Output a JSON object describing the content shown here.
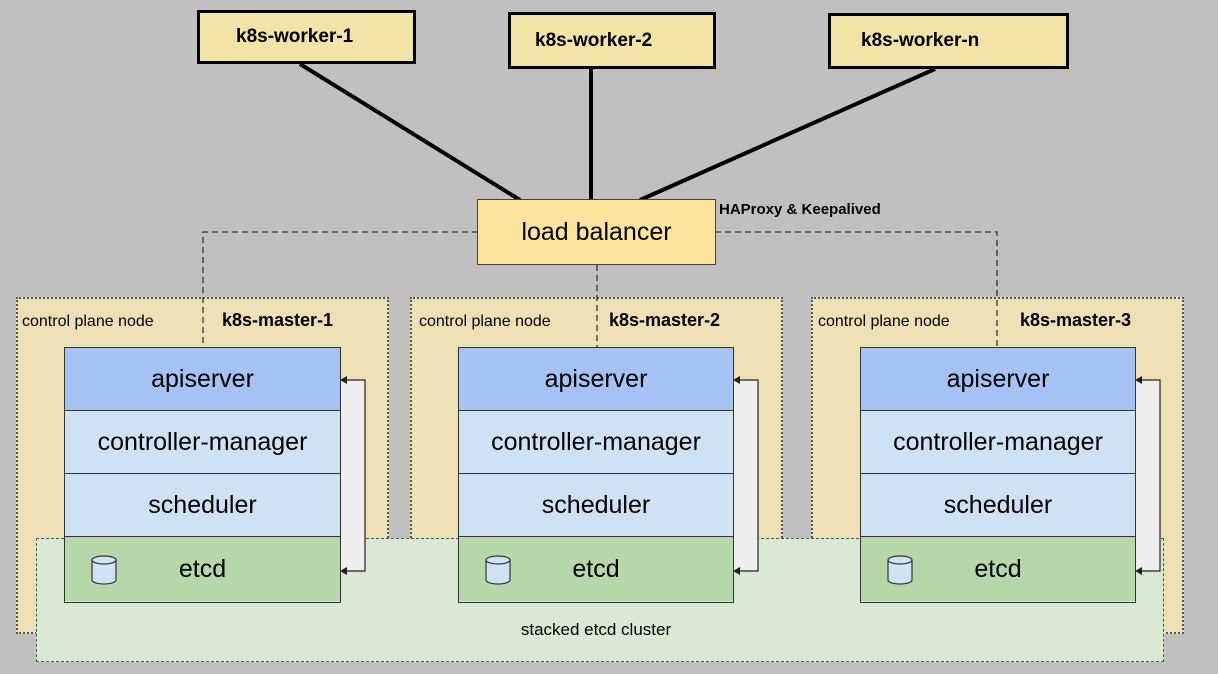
{
  "workers": [
    {
      "name": "k8s-worker-1"
    },
    {
      "name": "k8s-worker-2"
    },
    {
      "name": "k8s-worker-n"
    }
  ],
  "load_balancer": {
    "label": "load balancer",
    "note": "HAProxy & Keepalived"
  },
  "masters": [
    {
      "node_label": "control plane node",
      "name": "k8s-master-1",
      "layers": {
        "apiserver": "apiserver",
        "controller_manager": "controller-manager",
        "scheduler": "scheduler",
        "etcd": "etcd"
      }
    },
    {
      "node_label": "control plane node",
      "name": "k8s-master-2",
      "layers": {
        "apiserver": "apiserver",
        "controller_manager": "controller-manager",
        "scheduler": "scheduler",
        "etcd": "etcd"
      }
    },
    {
      "node_label": "control plane node",
      "name": "k8s-master-3",
      "layers": {
        "apiserver": "apiserver",
        "controller_manager": "controller-manager",
        "scheduler": "scheduler",
        "etcd": "etcd"
      }
    }
  ],
  "etcd_cluster": {
    "label": "stacked etcd cluster"
  },
  "colors": {
    "background": "#c0c0c0",
    "worker_fill": "#f2e3a6",
    "load_balancer_fill": "#fde49b",
    "control_plane_fill": "#ede0b5",
    "apiserver_fill": "#a4c2f4",
    "component_fill": "#cfe2f3",
    "etcd_fill": "#b6d7a8",
    "etcd_cluster_fill": "#d9ead3"
  }
}
